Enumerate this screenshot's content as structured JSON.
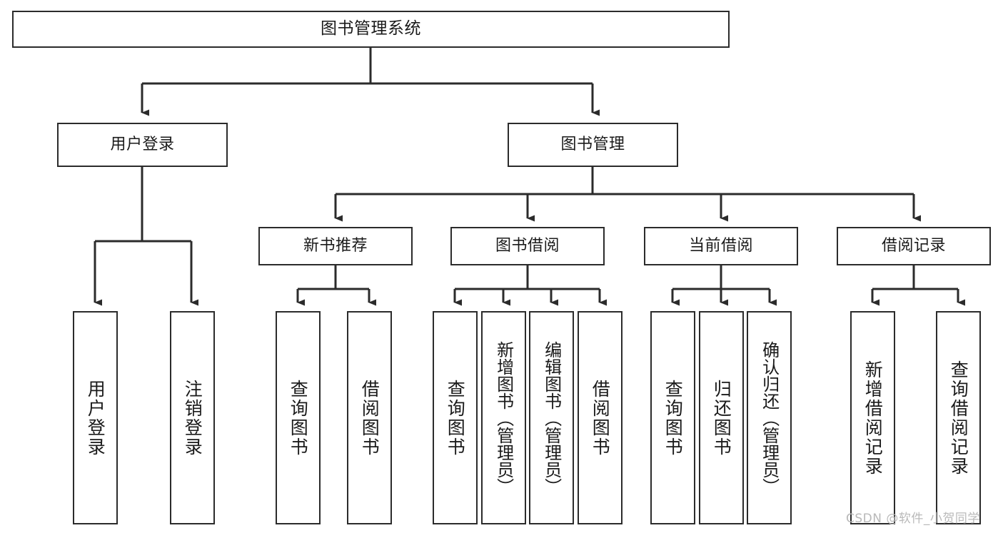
{
  "diagram": {
    "title": "图书管理系统",
    "type": "hierarchy-tree",
    "watermark": "CSDN @软件_小贺同学",
    "colors": {
      "background": "#ffffff",
      "box_border": "#2b2b2b",
      "box_fill": "#ffffff",
      "connector": "#2b2b2b",
      "text": "#1a1a1a",
      "watermark": "#b9b9b9"
    },
    "nodes": {
      "root": {
        "label": "图书管理系统",
        "orientation": "horizontal"
      },
      "level1": [
        {
          "label": "用户登录",
          "orientation": "horizontal"
        },
        {
          "label": "图书管理",
          "orientation": "horizontal"
        }
      ],
      "level2": [
        {
          "label": "新书推荐",
          "orientation": "horizontal"
        },
        {
          "label": "图书借阅",
          "orientation": "horizontal"
        },
        {
          "label": "当前借阅",
          "orientation": "horizontal"
        },
        {
          "label": "借阅记录",
          "orientation": "horizontal"
        }
      ],
      "leaves": {
        "user_login": [
          {
            "label": "用户登录",
            "orientation": "vertical"
          },
          {
            "label": "注销登录",
            "orientation": "vertical"
          }
        ],
        "new_book_recommend": [
          {
            "label": "查询图书",
            "orientation": "vertical"
          },
          {
            "label": "借阅图书",
            "orientation": "vertical"
          }
        ],
        "book_borrow": [
          {
            "label": "查询图书",
            "orientation": "vertical"
          },
          {
            "label": "新增图书（管理员）",
            "orientation": "vertical"
          },
          {
            "label": "编辑图书（管理员）",
            "orientation": "vertical"
          },
          {
            "label": "借阅图书",
            "orientation": "vertical"
          }
        ],
        "current_borrow": [
          {
            "label": "查询图书",
            "orientation": "vertical"
          },
          {
            "label": "归还图书",
            "orientation": "vertical"
          },
          {
            "label": "确认归还（管理员）",
            "orientation": "vertical"
          }
        ],
        "borrow_record": [
          {
            "label": "新增借阅记录",
            "orientation": "vertical"
          },
          {
            "label": "查询借阅记录",
            "orientation": "vertical"
          }
        ]
      }
    }
  }
}
